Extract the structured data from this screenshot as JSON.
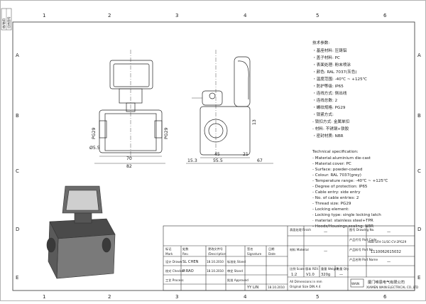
{
  "border": {
    "columns": [
      "1",
      "2",
      "3",
      "4",
      "5",
      "6"
    ],
    "rows": [
      "A",
      "B",
      "C",
      "D",
      "E"
    ],
    "side_labels": [
      "借/借用",
      "旧底图号",
      "底图总号"
    ]
  },
  "spec_cn": {
    "title": "技术参数:",
    "lines": [
      "・基座材料: 压铸铝",
      "・盖子材料: PC",
      "・表面处理: 粉末喷涂",
      "・颜色: RAL 7037(灰色)",
      "・温度范围: -40℃ ~ +125℃",
      "・防护等级: IP65",
      "・连线方式: 侧出线",
      "・连线总数: 2",
      "・螺纹规格: PG29",
      "・锁紧方式:",
      "   - 锁扣方式: 金属单扣",
      "   - 材料: 不锈钢+铁胶",
      "・密封材质: NBR"
    ]
  },
  "spec_en": {
    "title": "Technical specification:",
    "lines": [
      "- Material:aluminium die-cast",
      "- Material:cover: PC",
      "- Surface: powder-coated",
      "- Colour: RAL 7037(grey)",
      "- Temperature range: -40℃ ~ +125℃",
      "- Degree of protection: IP65",
      "- Cable entry: side entry",
      "- No. of cable entries: 2",
      "- Thread size: PG29",
      "- Locking element:",
      "   · Locking type: single locking latch",
      "   · material: stainless steel+TPR",
      "- Hoods/Housings sealing: NBR"
    ]
  },
  "dims": {
    "front_pg_left": "PG29",
    "front_pg_right": "PG29",
    "front_hole": "Ø5.5",
    "front_w1": "70",
    "front_w2": "82",
    "side_h1": "13",
    "side_a": "15.3",
    "side_b": "45",
    "side_c": "55.5",
    "side_d": "21",
    "side_e": "67"
  },
  "title_block": {
    "finish_label": "表面处理\nFinish",
    "finish_value": "—",
    "material_label": "材料\nMaterial",
    "material_value": "—",
    "scale_label": "比例\nScale",
    "scale_value": "1:2",
    "revision_label": "版本\nREV.",
    "revision_value": "V1.0",
    "weight_label": "重量\nWeigth",
    "weight_value": "320g",
    "quantity_label": "数量\nQty.",
    "quantity_value": "—",
    "drawing_label": "图号\nDrawing No.",
    "drawing_value": "—",
    "code_label": "产品代号\nPart Code",
    "code_value": "HB8-SFH-1L/SC-CV-2PG29",
    "part_label": "产品料号\nPart No.",
    "part_value": "1110062615032",
    "name_label": "产品名称\nPart Name",
    "name_value": "—",
    "note_line1": "All Dimensions in mm",
    "note_line2": "Original Size DIN A 4",
    "company_cn": "厦门唯恩电气有限公司",
    "company_en": "XIAMEN WAIN ELECTRICAL CO.,LTD",
    "logo_text": "WAIN"
  },
  "revision_table": {
    "head_cn": [
      "标记",
      "处数",
      "更改文件号",
      "签名",
      "日期"
    ],
    "head_en": [
      "Mark",
      "Rev.",
      "/Description",
      "Signature",
      "Date"
    ],
    "rows": [
      {
        "role": "设计\nDrawn",
        "name": "SL CHEN",
        "date": "18.10.2010",
        "r2": "标准化\nStand",
        "r2name": "",
        "r2date": ""
      },
      {
        "role": "校对\nChecked",
        "name": "P RAO",
        "date": "18.10.2010",
        "r2": "审定\nStand",
        "r2name": "",
        "r2date": ""
      },
      {
        "role": "工艺\nProcess",
        "name": "",
        "date": "",
        "r2": "批准\nApproved",
        "r2name": "YY LIN",
        "r2date": "18.10.2010"
      }
    ]
  }
}
